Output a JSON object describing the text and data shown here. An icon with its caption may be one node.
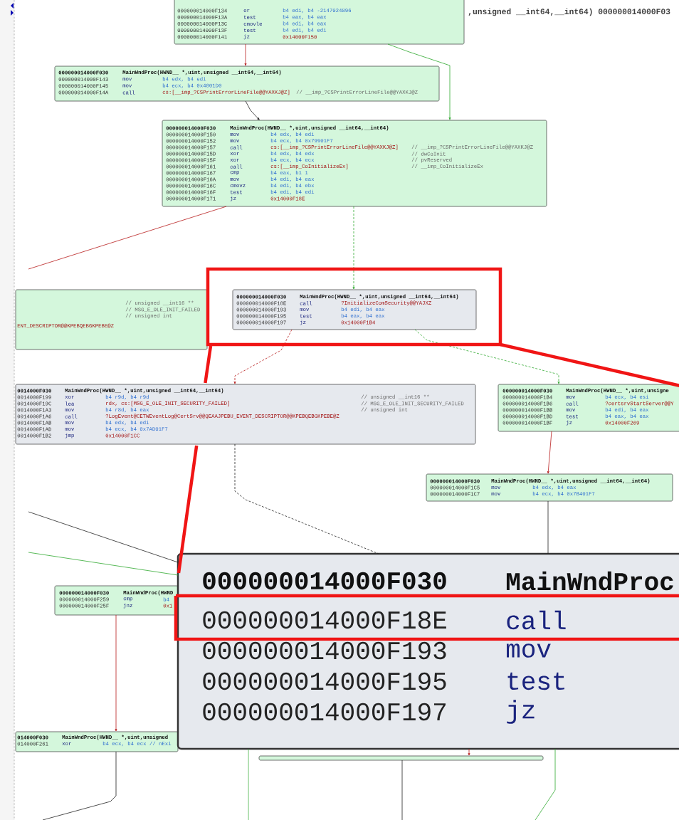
{
  "diagram": {
    "nodes": [
      {
        "text": [
          "000000014000F134",
          "or",
          "b4 edi, b4 -2147024896",
          "000000014000F13A",
          "test",
          "b4 eax, b4 eax",
          "000000014000F13C",
          "cmovle",
          "b4 edi, b4 eax",
          "000000014000F13F",
          "test",
          "b4 edi, b4 edi",
          "000000014000F141",
          "jz",
          "0x14000F150"
        ]
      },
      {
        "text": [
          "000000014000F030",
          "MainWndProc(HWND__ *,uint,unsigned __int64,__int64)",
          "000000014000F143",
          "mov",
          "b4 edx, b4 edi",
          "000000014000F145",
          "mov",
          "b4 ecx, b4 0x4801D0",
          "000000014000F14A",
          "call",
          "cs:[__imp_?CSPrintErrorLineFile@@YAXKJ@Z]",
          "// __imp_?CSPrintErrorLineFile@@YAXKJ@Z"
        ]
      },
      {
        "text": [
          "000000014000F030",
          "MainWndProc(HWND__ *,uint,unsigned __int64,__int64)",
          "000000014000F150",
          "mov",
          "b4 edx, b4 edi",
          "000000014000F152",
          "mov",
          "b4 ecx, b4 0x79901F7",
          "000000014000F157",
          "call",
          "cs:[__imp_?CSPrintErrorLineFile@@YAXKJ@Z]",
          "// __imp_?CSPrintErrorLineFile@@YAXKJ@Z",
          "000000014000F15D",
          "xor",
          "b4 edx, b4 edx",
          "// dwCoInit",
          "000000014000F15F",
          "xor",
          "b4 ecx, b4 ecx",
          "// pvReserved",
          "000000014000F161",
          "call",
          "cs:[__imp_CoInitializeEx]",
          "// __imp_CoInitializeEx",
          "000000014000F167",
          "cmp",
          "b4 eax, b1 1",
          "000000014000F16A",
          "mov",
          "b4 edi, b4 eax",
          "000000014000F16C",
          "cmovz",
          "b4 edi, b4 ebx",
          "000000014000F16F",
          "test",
          "b4 edi, b4 edi",
          "000000014000F171",
          "jz",
          "0x14000F18E"
        ]
      },
      {
        "text": [
          "// unsigned __int16 **",
          "// MSG_E_OLE_INIT_FAILED",
          "// unsigned int",
          "ENT_DESCRIPTOR@@KPEBQEBGKPEBE@Z"
        ]
      },
      {
        "text": [
          "000000014000F030",
          "MainWndProc(HWND__ *,uint,unsigned __int64,__int64)",
          "000000014000F18E",
          "call",
          "?InitializeComSecurity@@YAJXZ",
          "000000014000F193",
          "mov",
          "b4 edi, b4 eax",
          "000000014000F195",
          "test",
          "b4 eax, b4 eax",
          "000000014000F197",
          "jz",
          "0x14000F1B4"
        ]
      },
      {
        "text": [
          "0014000F030",
          "MainWndProc(HWND__ *,uint,unsigned __int64,__int64)",
          "0014000F199",
          "xor",
          "b4 r9d, b4 r9d",
          "// unsigned __int16 **",
          "0014000F19C",
          "lea",
          "rdx, cs:[MSG_E_OLE_INIT_SECURITY_FAILED]",
          "// MSG_E_OLE_INIT_SECURITY_FAILED",
          "0014000F1A3",
          "mov",
          "b4 r8d, b4 eax",
          "// unsigned int",
          "0014000F1A6",
          "call",
          "?LogEvent@CETWEventLog@CertSrv@@QEAAJPEBU_EVENT_DESCRIPTOR@@KPEBQEBGKPEBE@Z",
          "0014000F1AB",
          "mov",
          "b4 edx, b4 edi",
          "0014000F1AD",
          "mov",
          "b4 ecx, b4 0x7AD01F7",
          "0014000F1B2",
          "jmp",
          "0x14000F1CC"
        ]
      },
      {
        "text": [
          "000000014000F030",
          "MainWndProc(HWND__ *,uint,unsigne",
          "000000014000F1B4",
          "mov",
          "b4 ecx, b4 esi",
          "000000014000F1B6",
          "call",
          "?certsrvStartServer@@Y",
          "000000014000F1BB",
          "mov",
          "b4 edi, b4 eax",
          "000000014000F1BD",
          "test",
          "b4 eax, b4 eax",
          "000000014000F1BF",
          "jz",
          "0x14000F269"
        ]
      },
      {
        "text": [
          "000000014000F030",
          "MainWndProc(HWND__ *,uint,unsigned __int64,__int64)",
          "000000014000F1C5",
          "mov",
          "b4 edx, b4 eax",
          "000000014000F1C7",
          "mov",
          "b4 ecx, b4 0x7B401F7"
        ]
      },
      {
        "text": [
          "000000014000F030",
          "MainWndProc(HWND",
          "000000014000F259",
          "cmp",
          "b4",
          "000000014000F25F",
          "jnz",
          "0x1"
        ]
      },
      {
        "text": [
          "014000F030",
          "MainWndProc(HWND__ *,uint,unsigned",
          "014000F261",
          "xor",
          "b4 ecx, b4 ecx // nExi"
        ]
      },
      {
        "text": [],
        "shape": "box"
      },
      {
        "text": [
          "000000014000F030",
          "MainWndProc",
          "000000014000F18E",
          "call",
          "000000014000F193",
          "mov",
          "000000014000F195",
          "test",
          "000000014000F197",
          "jz"
        ]
      }
    ],
    "edges": [
      {
        "from": 0,
        "to": 1,
        "arrow": "to",
        "color": "#b71c1c"
      },
      {
        "from": 0,
        "to": 2,
        "arrow": "to",
        "color": "#2fa82f"
      },
      {
        "from": 1,
        "to": 2,
        "arrow": "to",
        "color": "#222222"
      },
      {
        "from": 2,
        "to": null,
        "arrow": "none",
        "color": "#b71c1c"
      },
      {
        "from": 2,
        "to": 4,
        "arrow": "to",
        "style": "dashed",
        "color": "#2fa82f"
      },
      {
        "from": 4,
        "to": 5,
        "arrow": "to",
        "style": "dashed",
        "color": "#b71c1c"
      },
      {
        "from": 4,
        "to": 6,
        "arrow": "to",
        "style": "dashed",
        "color": "#2fa82f"
      },
      {
        "from": 6,
        "to": 7,
        "arrow": "to",
        "color": "#b71c1c"
      },
      {
        "from": 5,
        "to": 11,
        "arrow": "none",
        "style": "dashed",
        "color": "#222222"
      },
      {
        "from": 7,
        "to": 11,
        "arrow": "none",
        "color": "#222222"
      },
      {
        "from": 8,
        "to": 9,
        "arrow": "to",
        "color": "#b71c1c"
      },
      {
        "from": 9,
        "to": null,
        "arrow": "none",
        "color": "#222222"
      },
      {
        "from": 10,
        "to": null,
        "arrow": "none",
        "color": "#222222"
      },
      {
        "from": 11,
        "to": 10,
        "arrow": "to",
        "color": "#b71c1c"
      },
      {
        "from": null,
        "to": 11,
        "arrow": "none",
        "color": "#222222"
      },
      {
        "from": null,
        "to": 11,
        "arrow": "none",
        "color": "#2fa82f"
      },
      {
        "from": 11,
        "to": null,
        "arrow": "none",
        "color": "#2fa82f"
      },
      {
        "from": 11,
        "to": null,
        "arrow": "none",
        "color": "#2fa82f"
      }
    ],
    "labels": [
      ",unsigned __int64,__int64) 000000014000F03"
    ]
  }
}
